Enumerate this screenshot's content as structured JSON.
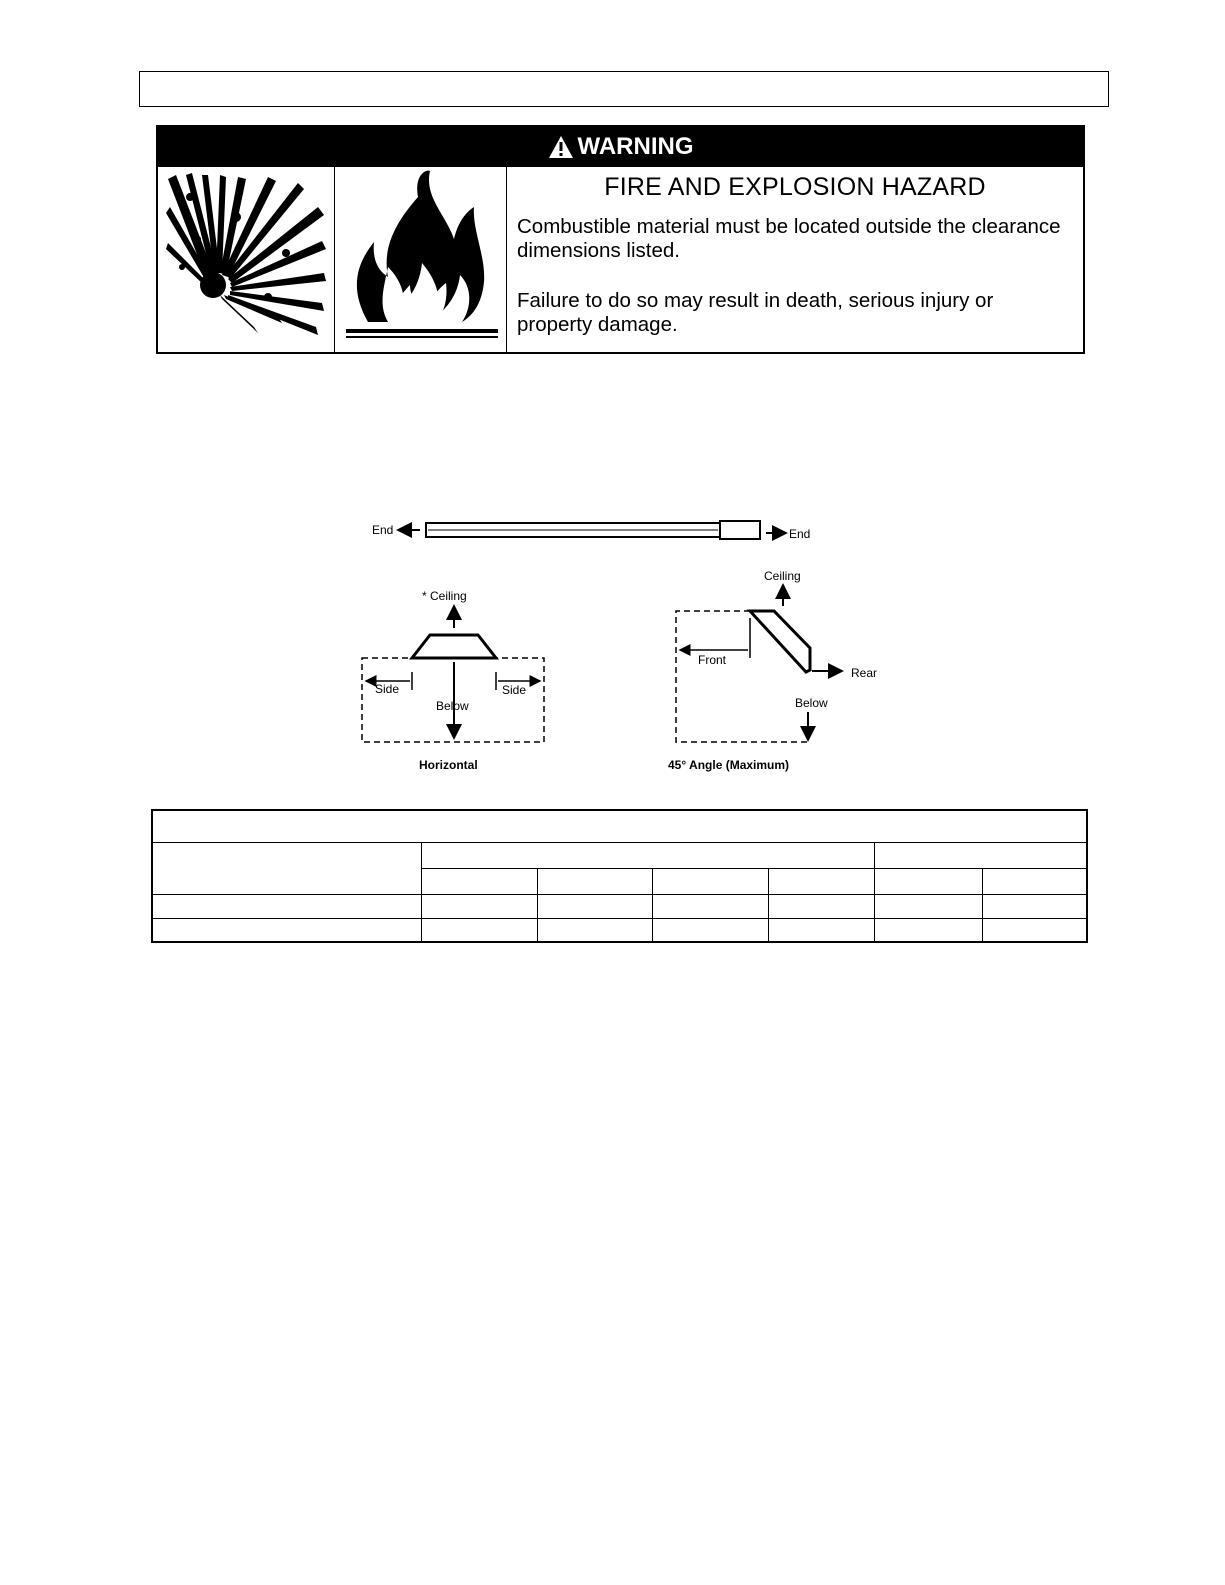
{
  "warning": {
    "banner": "WARNING",
    "title": "FIRE AND EXPLOSION HAZARD",
    "paragraph1": "Combustible material must be located outside the clearance dimensions listed.",
    "paragraph2": "Failure to do so may result in death, serious injury or property damage."
  },
  "diagram": {
    "end_left": "End",
    "end_right": "End",
    "horizontal": {
      "ceiling": "* Ceiling",
      "side_left": "Side",
      "side_right": "Side",
      "below": "Below",
      "caption": "Horizontal"
    },
    "angled": {
      "ceiling": "Ceiling",
      "front": "Front",
      "rear": "Rear",
      "below": "Below",
      "caption": "45° Angle (Maximum)"
    }
  },
  "colors": {
    "ink": "#000000",
    "paper": "#ffffff"
  },
  "icons": [
    "warning-triangle-icon",
    "explosion-icon",
    "flame-icon"
  ]
}
